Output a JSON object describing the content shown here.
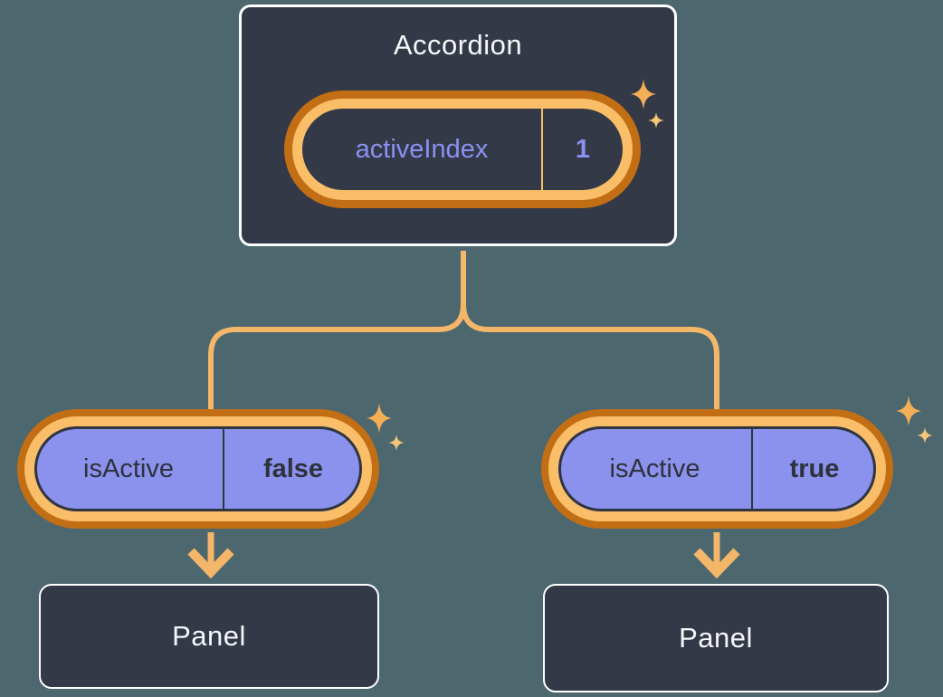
{
  "colors": {
    "background": "#4C676E",
    "card_fill": "#333947",
    "card_border": "#FFFFFF",
    "light_text": "#F6F7F9",
    "purple_fill": "#8B92EE",
    "purple_text": "#8B91F2",
    "dark_text": "#2D323B",
    "dark_outline": "#30353F",
    "ring_light": "#F9BE67",
    "ring_dark": "#C26E15",
    "connector": "#F4B668",
    "sparkle_large": "#F3AE56",
    "sparkle_small": "#F6C478"
  },
  "icons": {
    "sparkle": "four-point-star"
  },
  "accordion": {
    "title": "Accordion",
    "state_pill": {
      "name": "activeIndex",
      "value": "1"
    }
  },
  "children": [
    {
      "prop_pill": {
        "name": "isActive",
        "value": "false"
      },
      "panel_label": "Panel"
    },
    {
      "prop_pill": {
        "name": "isActive",
        "value": "true"
      },
      "panel_label": "Panel"
    }
  ]
}
